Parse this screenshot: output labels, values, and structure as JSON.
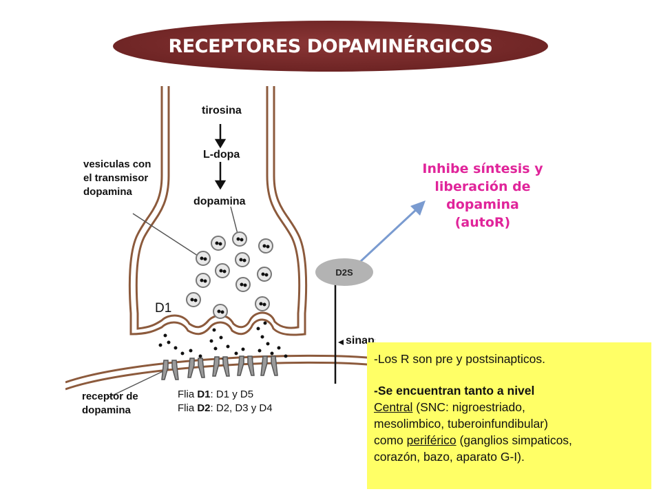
{
  "title": "RECEPTORES DOPAMINÉRGICOS",
  "colors": {
    "banner": "#7b2b2b",
    "inhibe_text": "#e0249a",
    "info_bg": "#ffff66",
    "arrow": "#7a9bd0",
    "d2s_oval": "#b3b3b3"
  },
  "diagram": {
    "labels": {
      "tirosina": "tirosina",
      "ldopa": "L-dopa",
      "dopamina": "dopamina",
      "vesiculas_1": "vesiculas con",
      "vesiculas_2": "el transmisor",
      "vesiculas_3": "dopamina",
      "sinapsis": "sinapsis",
      "receptor_1": "receptor de",
      "receptor_2": "dopamina"
    }
  },
  "d1_label": "D1",
  "d2s_label": "D2S",
  "inhibe": {
    "line1": "Inhibe síntesis y",
    "line2": "liberación de",
    "line3": "dopamina",
    "line4": "(autoR)"
  },
  "flia": {
    "line1_prefix": "Flia ",
    "line1_bold": "D1",
    "line1_rest": ": D1 y D5",
    "line2_prefix": "Flia ",
    "line2_bold": "D2",
    "line2_rest": ": D2, D3 y D4"
  },
  "info": {
    "line1": "-Los R son pre y postsinapticos.",
    "line2": "-Se encuentran tanto a nivel",
    "line3_u": "Central",
    "line3_rest": " (SNC: nigroestriado,",
    "line4": "mesolimbico, tuberoinfundibular)",
    "line5_pre": "como ",
    "line5_u": "periférico",
    "line5_rest": " (ganglios simpaticos,",
    "line6": "corazón, bazo, aparato G-I)."
  }
}
